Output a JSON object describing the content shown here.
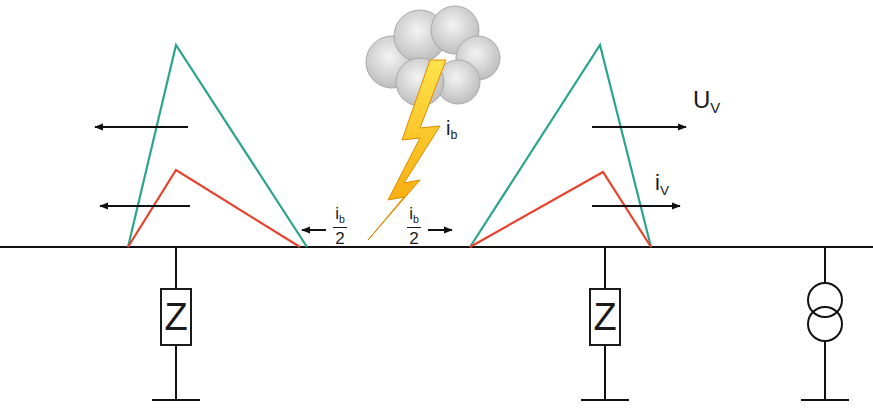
{
  "diagram": {
    "nodes": [
      {
        "text": [
          "Z"
        ]
      },
      {
        "text": [
          "Z"
        ]
      }
    ],
    "labels": [
      "U",
      "V",
      "i",
      "V",
      "i",
      "b",
      "i",
      "b",
      "2",
      "i",
      "b",
      "2"
    ]
  }
}
